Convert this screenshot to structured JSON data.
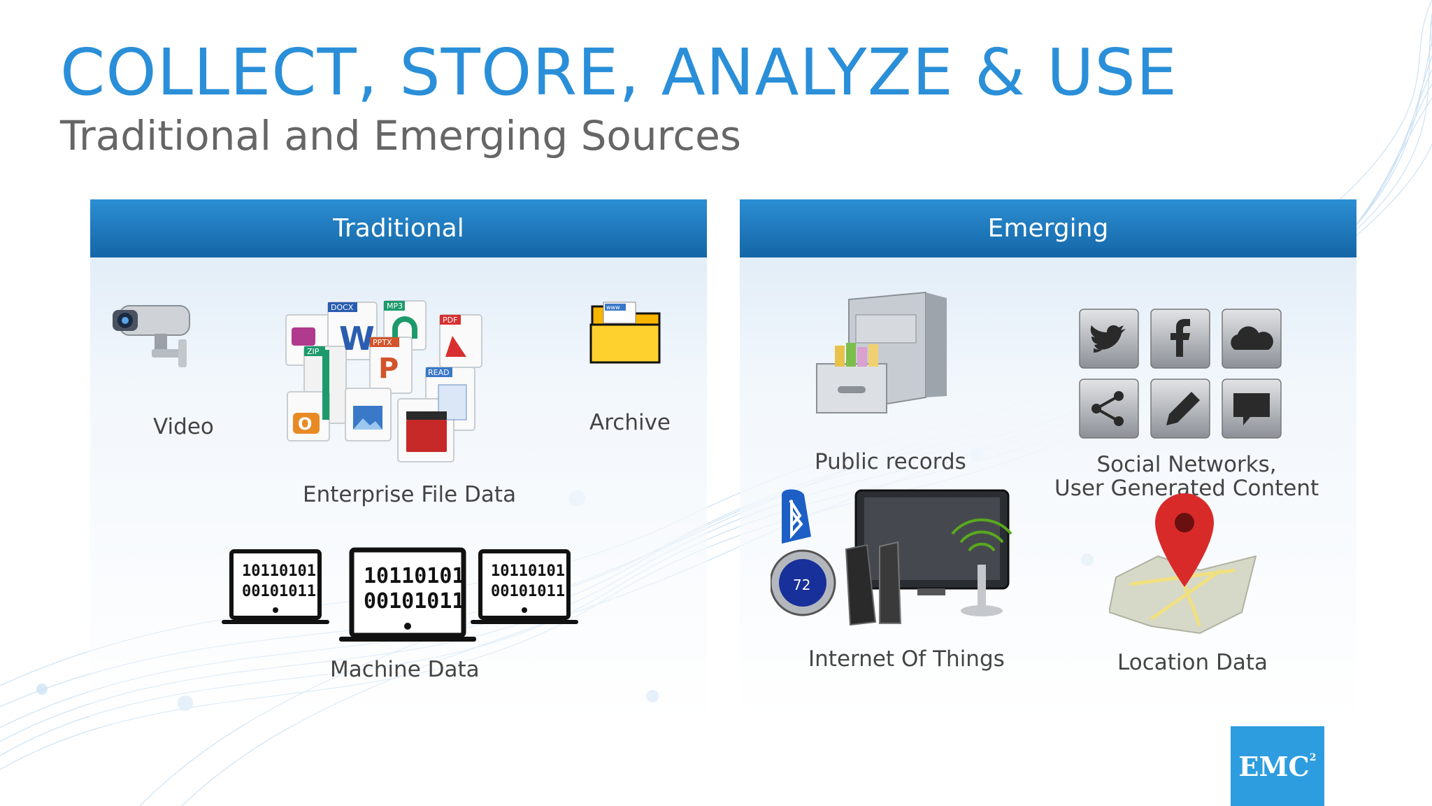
{
  "slide": {
    "title": "COLLECT, STORE, ANALYZE & USE",
    "subtitle": "Traditional and Emerging Sources"
  },
  "traditional": {
    "header": "Traditional",
    "items": {
      "video": "Video",
      "enterprise_file_data": "Enterprise File Data",
      "archive": "Archive",
      "machine_data": "Machine Data"
    },
    "file_tags": [
      "DOCX",
      "PPTX",
      "ZIP",
      "PDF",
      "MP3",
      "READ",
      "W",
      "P",
      "O"
    ],
    "binary_rows": [
      "10110101",
      "00101011"
    ],
    "archive_tag": "www"
  },
  "emerging": {
    "header": "Emerging",
    "items": {
      "public_records": "Public records",
      "social_line1": "Social Networks,",
      "social_line2": "User Generated Content",
      "iot": "Internet Of Things",
      "location": "Location Data"
    },
    "thermostat_value": "72"
  },
  "logo": {
    "text": "EMC",
    "sup": "2"
  },
  "colors": {
    "accent": "#2a8fd8",
    "header_blue": "#1d77bd",
    "logo_blue": "#2e9ddf"
  }
}
